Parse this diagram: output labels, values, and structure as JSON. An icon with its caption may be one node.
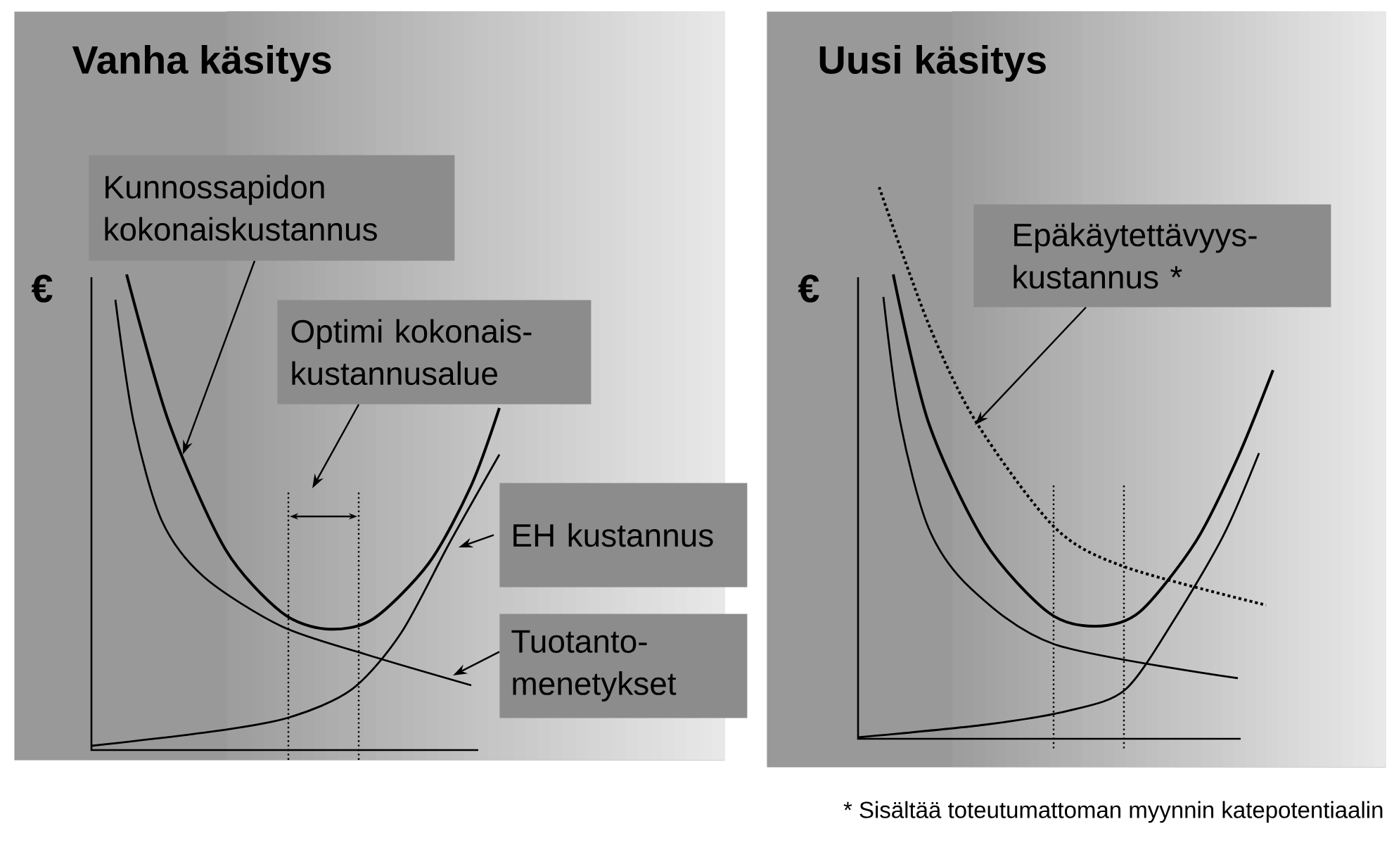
{
  "diagram": {
    "nodes": [
      {
        "text": [
          "Vanha käsitys"
        ]
      },
      {
        "text": [
          "Kunnossapidon kokonaiskustannus"
        ],
        "in": 0
      },
      {
        "text": [
          "Optimi kokonais-kustannusalue"
        ],
        "in": 0
      },
      {
        "text": [
          "EH kustannus"
        ]
      },
      {
        "text": [
          "Tuotanto-menetykset"
        ]
      },
      {
        "text": [
          "Uusi käsitys"
        ]
      },
      {
        "text": [
          "Epäkäytettävyys-kustannus *"
        ],
        "in": 5
      }
    ],
    "edges": [
      {
        "from": 1,
        "to": null,
        "arrow": "to"
      },
      {
        "from": 2,
        "to": null,
        "arrow": "to"
      },
      {
        "from": 3,
        "to": null,
        "arrow": "to"
      },
      {
        "from": 4,
        "to": null,
        "arrow": "to"
      },
      {
        "from": 6,
        "to": null,
        "arrow": "to"
      }
    ],
    "labels": [
      "€",
      "€",
      "* Sisältää toteutumattoman myynnin katepotentiaalin"
    ]
  }
}
